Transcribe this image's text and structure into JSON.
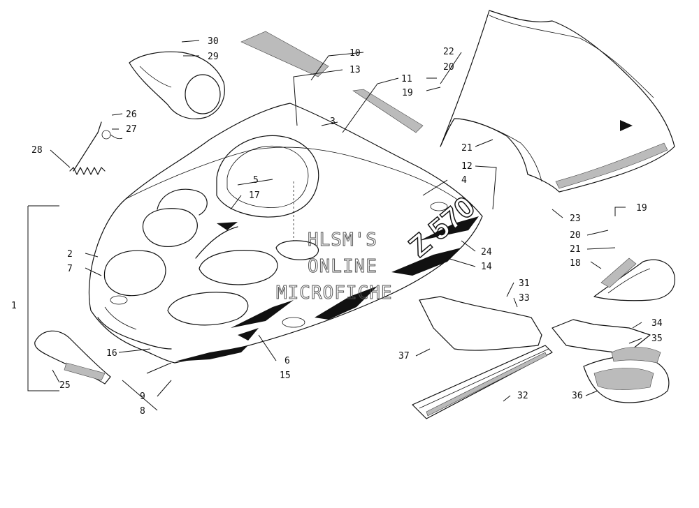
{
  "callouts": {
    "c1": "1",
    "c2": "2",
    "c3": "3",
    "c4": "4",
    "c5": "5",
    "c6": "6",
    "c7": "7",
    "c8": "8",
    "c9": "9",
    "c10": "10",
    "c11": "11",
    "c12": "12",
    "c13": "13",
    "c14": "14",
    "c15": "15",
    "c16": "16",
    "c17": "17",
    "c18": "18",
    "c19a": "19",
    "c19b": "19",
    "c20a": "20",
    "c20b": "20",
    "c21a": "21",
    "c21b": "21",
    "c22": "22",
    "c23": "23",
    "c24": "24",
    "c25": "25",
    "c26": "26",
    "c27": "27",
    "c28": "28",
    "c29": "29",
    "c30": "30",
    "c31": "31",
    "c32": "32",
    "c33": "33",
    "c34": "34",
    "c35": "35",
    "c36": "36",
    "c37": "37"
  },
  "hood_decal_text": "Z 570",
  "watermark": {
    "line1": "HLSM'S",
    "line2": "ONLINE",
    "line3": "MICROFICHE"
  }
}
